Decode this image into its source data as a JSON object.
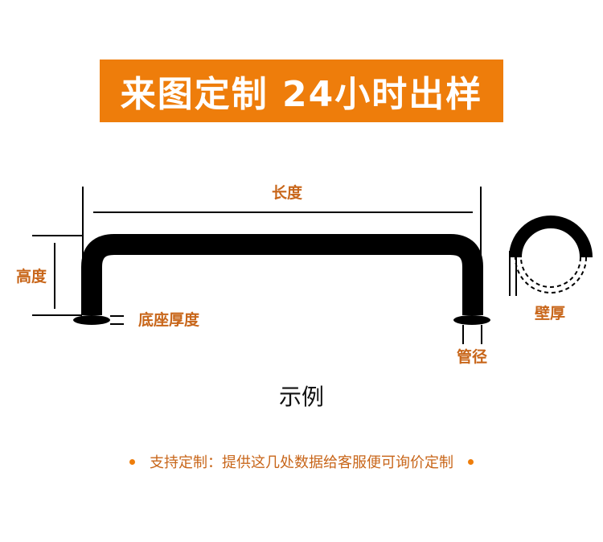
{
  "banner": {
    "text": "来图定制 24小时出样",
    "bg_color": "#ee7d0b",
    "text_color": "#ffffff"
  },
  "labels": {
    "length": "长度",
    "height": "高度",
    "base_thickness": "底座厚度",
    "pipe_diameter": "管径",
    "wall_thickness": "壁厚"
  },
  "caption": "示例",
  "footer": {
    "text": "支持定制：提供这几处数据给客服便可询价定制"
  },
  "colors": {
    "accent": "#ee7d0b",
    "label": "#c8661a",
    "ink": "#000000"
  }
}
